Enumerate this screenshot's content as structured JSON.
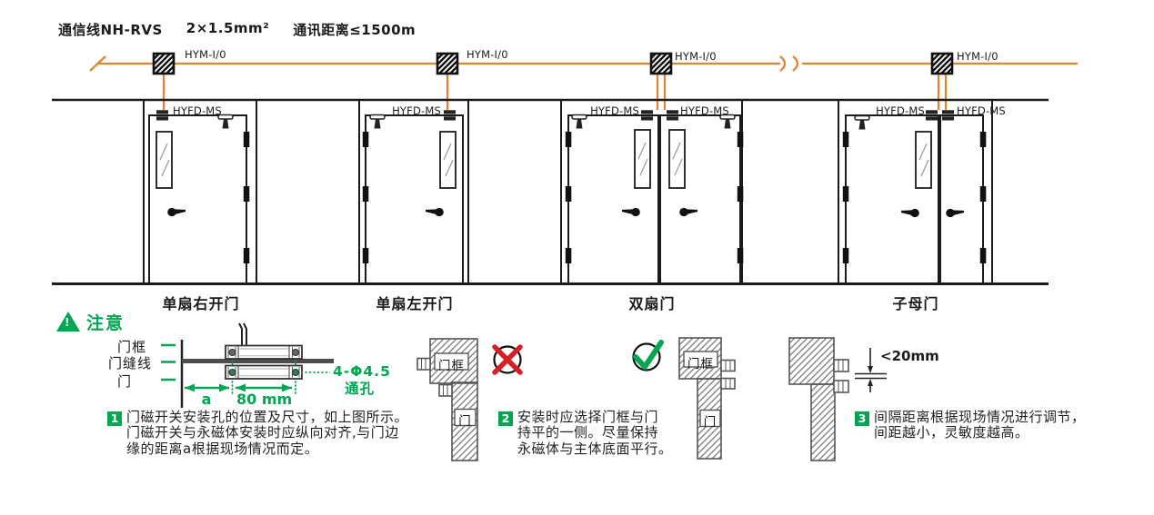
{
  "colors": {
    "orange": "#E2832E",
    "green": "#00A651",
    "red": "#D42027",
    "line_black": "#1b1b1b"
  },
  "header": {
    "cable": "通信线NH-RVS",
    "spec": "2×1.5mm²",
    "distance": "通讯距离≤1500m"
  },
  "network": {
    "module_label": "HYM-I/0",
    "sensor_label": "HYFD-MS"
  },
  "doors": [
    {
      "label": "单扇右开门"
    },
    {
      "label": "单扇左开门"
    },
    {
      "label": "双扇门"
    },
    {
      "label": "子母门"
    }
  ],
  "notice": {
    "warning_mark": "!",
    "title": "注意",
    "install_diagram": {
      "frame_label": "门框",
      "seam_label": "门缝线",
      "door_label": "门",
      "dim_a": "a",
      "dim_width": "80 mm",
      "holes_spec": "4-Φ4.5",
      "holes_type": "通孔"
    },
    "alignment": {
      "wrong_frame_label": "门框",
      "wrong_door_label": "门",
      "correct_frame_label": "门框",
      "correct_door_label": "门"
    },
    "gap": {
      "dimension": "<20mm"
    },
    "notes": [
      {
        "num": "1",
        "lines": [
          "门磁开关安装孔的位置及尺寸，如上图所示。",
          "门磁开关与永磁体安装时应纵向对齐,与门边",
          "缘的距离a根据现场情况而定。"
        ]
      },
      {
        "num": "2",
        "lines": [
          "安装时应选择门框与门",
          "持平的一侧。尽量保持",
          "永磁体与主体底面平行。"
        ]
      },
      {
        "num": "3",
        "lines": [
          "间隔距离根据现场情况进行调节，",
          "间距越小，灵敏度越高。"
        ]
      }
    ]
  }
}
